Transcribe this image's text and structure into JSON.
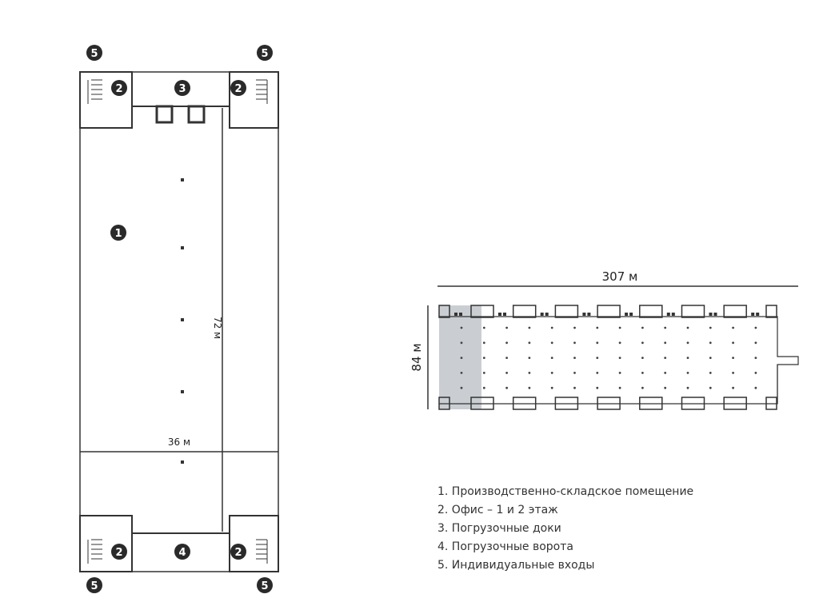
{
  "left_plan": {
    "width_label": "36 м",
    "length_label": "72 м",
    "markers": {
      "hall": "1",
      "office": "2",
      "docks": "3",
      "gates": "4",
      "entrance": "5"
    }
  },
  "right_plan": {
    "length_label": "307 м",
    "width_label": "84 м",
    "dock_count_per_side": 9,
    "column_grid": {
      "columns": 14,
      "rows": 5
    }
  },
  "legend": [
    "1. Производственно-складское помещение",
    "2. Офис – 1 и 2 этаж",
    "3. Погрузочные доки",
    "4. Погрузочные ворота",
    "5. Индивидуальные входы"
  ],
  "colors": {
    "line": "#222222",
    "marker": "#2a2a2a",
    "highlight": "#b8bec4"
  }
}
